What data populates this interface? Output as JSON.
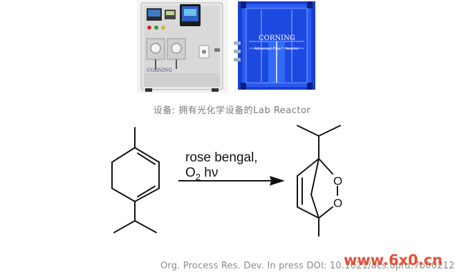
{
  "left_photo": {
    "brand_text": "CORNING"
  },
  "right_photo": {
    "brand_text": "CORNING",
    "sub_text": "Advanced-Flow™ Reactor"
  },
  "caption": "设备: 拥有光化学设备的Lab Reactor",
  "reaction": {
    "reagent_line1": "rose bengal,",
    "reagent_line2_main": "O",
    "reagent_line2_sub": "2",
    "reagent_line2_rest": " hν",
    "product_o_top": "O",
    "product_o_bottom": "O"
  },
  "citation": "Org. Process Res. Dev. In press DOI: 10.1021/acs.oprd.7b00212",
  "watermark": "www.6x0.cn"
}
